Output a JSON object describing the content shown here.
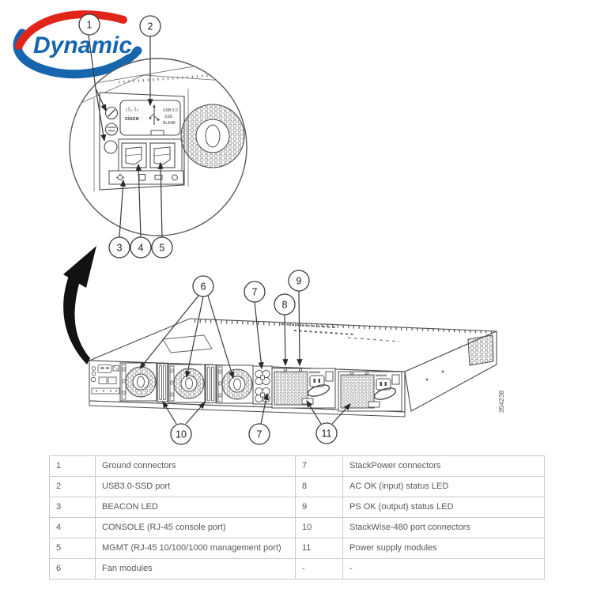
{
  "logo": {
    "text": "Dynamic",
    "blue": "#1566ad",
    "red": "#e1251b"
  },
  "diagram": {
    "figure_number": "354238",
    "callouts": [
      {
        "n": "1"
      },
      {
        "n": "2"
      },
      {
        "n": "3"
      },
      {
        "n": "4"
      },
      {
        "n": "5"
      },
      {
        "n": "6"
      },
      {
        "n": "7"
      },
      {
        "n": "8"
      },
      {
        "n": "9"
      },
      {
        "n": "10"
      },
      {
        "n": "7"
      },
      {
        "n": "11"
      }
    ],
    "detail": {
      "brand": "cisco",
      "usb1": "USB 3.0",
      "usb2": "SSD",
      "usb3": "BLANK"
    }
  },
  "table": {
    "rows": [
      {
        "nl": "1",
        "dl": "Ground connectors",
        "nr": "7",
        "dr": "StackPower connectors"
      },
      {
        "nl": "2",
        "dl": "USB3.0-SSD port",
        "nr": "8",
        "dr": "AC OK (input) status LED"
      },
      {
        "nl": "3",
        "dl": "BEACON LED",
        "nr": "9",
        "dr": "PS OK (output) status LED"
      },
      {
        "nl": "4",
        "dl": "CONSOLE (RJ-45 console port)",
        "nr": "10",
        "dr": "StackWise-480 port connectors"
      },
      {
        "nl": "5",
        "dl": "MGMT (RJ-45 10/100/1000 management port)",
        "nr": "11",
        "dr": "Power supply modules"
      },
      {
        "nl": "6",
        "dl": "Fan modules",
        "nr": "-",
        "dr": "-"
      }
    ]
  }
}
